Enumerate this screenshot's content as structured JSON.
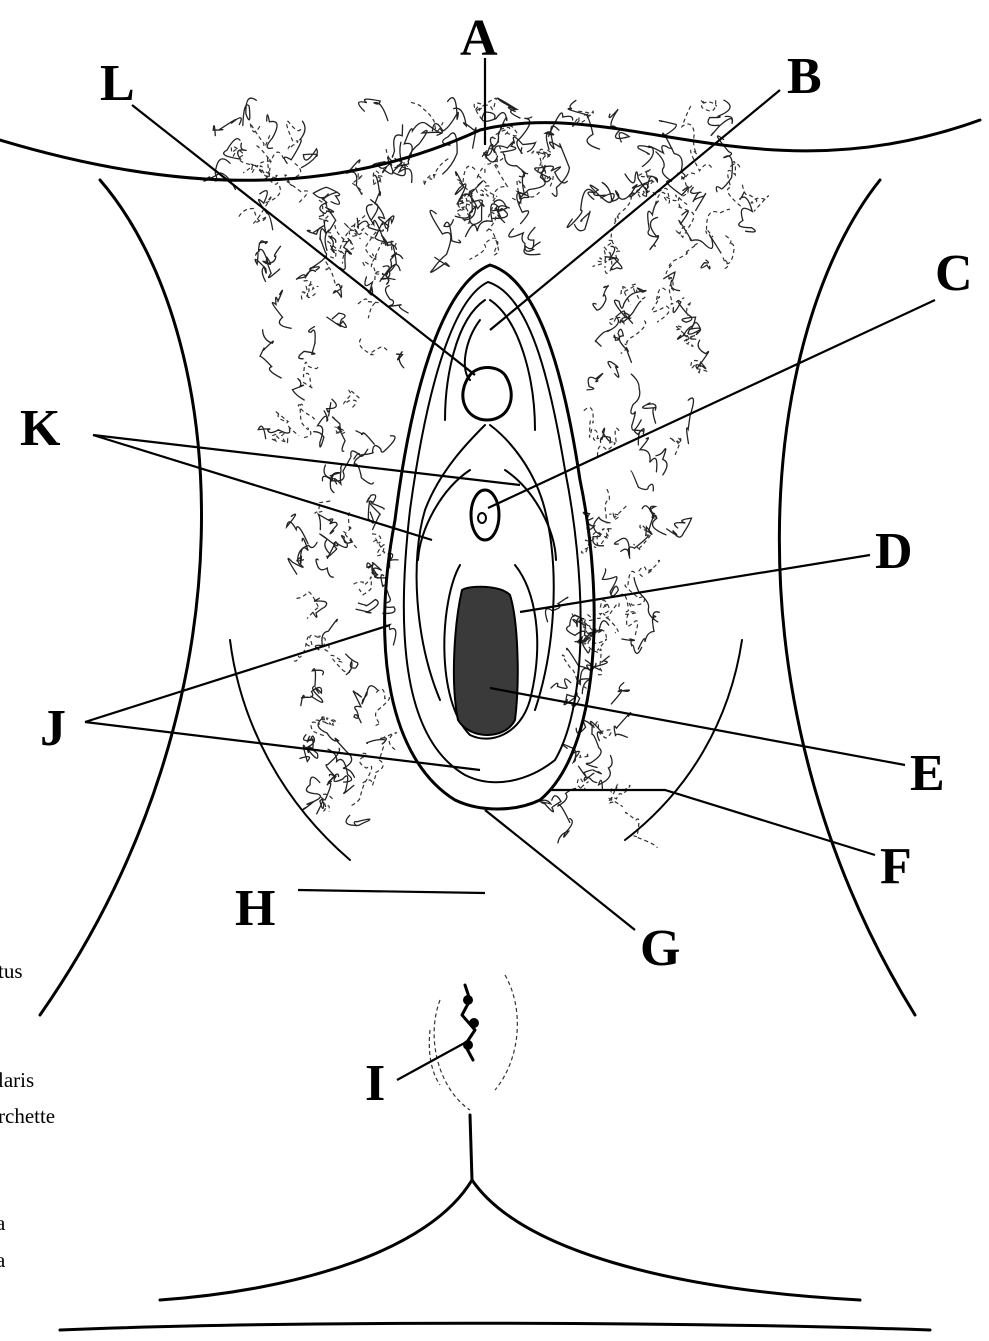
{
  "labels": {
    "A": "A",
    "B": "B",
    "C": "C",
    "D": "D",
    "E": "E",
    "F": "F",
    "G": "G",
    "H": "H",
    "I": "I",
    "J": "J",
    "K": "K",
    "L": "L"
  },
  "left_margin_fragments": [
    "tus",
    "laris",
    "rchette",
    "a",
    "a"
  ]
}
